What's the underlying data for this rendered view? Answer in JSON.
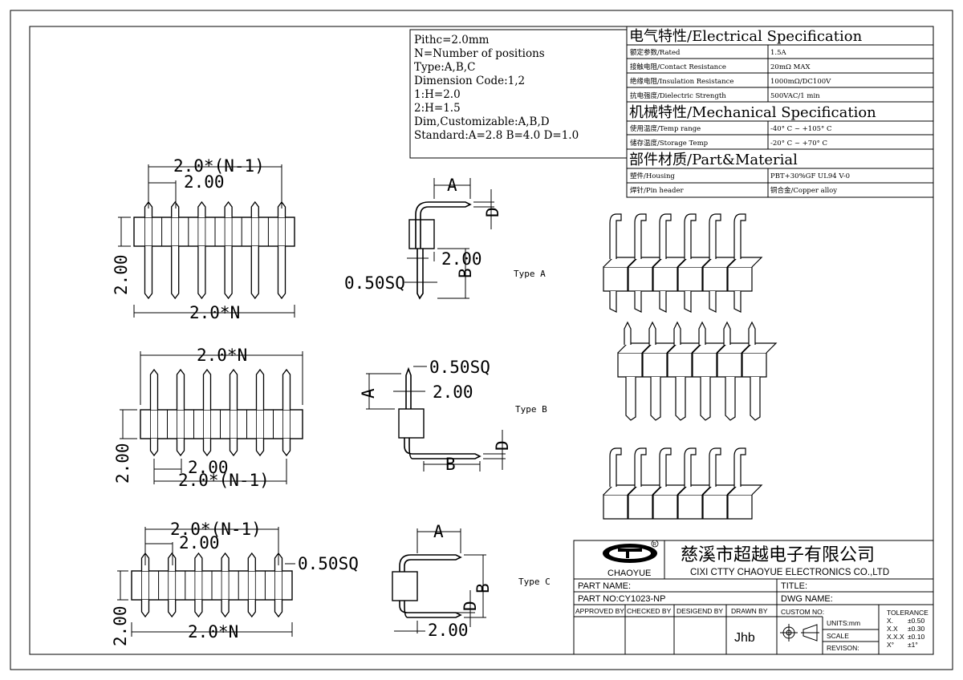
{
  "notes": [
    "Pithc=2.0mm",
    "N=Number of positions",
    "Type:A,B,C",
    "Dimension Code:1,2",
    "1:H=2.0",
    "2:H=1.5",
    "Dim,Customizable:A,B,D",
    "Standard:A=2.8 B=4.0 D=1.0"
  ],
  "spec": {
    "electrical_title": "电气特性/Electrical Specification",
    "electrical": [
      {
        "label": "额定参数/Rated",
        "value": "1.5A"
      },
      {
        "label": "接触电阻/Contact Resistance",
        "value": "20mΩ MAX"
      },
      {
        "label": "绝缘电阻/Insulation Resistance",
        "value": "1000mΩ/DC100V"
      },
      {
        "label": "抗电强度/Dielectric Strength",
        "value": "500VAC/1 min"
      }
    ],
    "mechanical_title": "机械特性/Mechanical Specification",
    "mechanical": [
      {
        "label": "使用温度/Temp range",
        "value": "-40° C ~ +105° C"
      },
      {
        "label": "储存温度/Storage Temp",
        "value": "-20° C ~ +70° C"
      }
    ],
    "material_title": "部件材质/Part&Material",
    "material": [
      {
        "label": "塑件/Housing",
        "value": "PBT+30%GF  UL94  V-0"
      },
      {
        "label": "焊针/Pin header",
        "value": "铜合金/Copper alloy"
      }
    ]
  },
  "dims": {
    "pitch_n1": "2.0*(N-1)",
    "pitch": "2.00",
    "height": "2.00",
    "total": "2.0*N",
    "sq": "0.50SQ",
    "a": "A",
    "b": "B",
    "d": "D"
  },
  "types": {
    "a": "Type A",
    "b": "Type B",
    "c": "Type C"
  },
  "title_block": {
    "logo_text": "CHAOYUE",
    "company_cn": "慈溪市超越电子有限公司",
    "company_en": "CIXI CTTY CHAOYUE ELECTRONICS CO.,LTD",
    "part_name": "PART NAME:",
    "title": "TITLE:",
    "part_no": "PART NO:CY1023-NP",
    "dwg_name": "DWG NAME:",
    "approved_by": "APPROVED BY",
    "checked_by": "CHECKED BY",
    "designed_by": "DESIGEND BY",
    "drawn_by": "DRAWN BY",
    "drawn_by_value": "Jhb",
    "custom_no": "CUSTOM NO:",
    "units": "UNITS:mm",
    "scale": "SCALE",
    "revision": "REVISON:",
    "tolerance_title": "TOLERANCE",
    "tolerance": [
      {
        "k": "X.",
        "v": "±0.50"
      },
      {
        "k": "X.X",
        "v": "±0.30"
      },
      {
        "k": "X.X.X",
        "v": "±0.10"
      },
      {
        "k": "X°",
        "v": "±1°"
      }
    ]
  }
}
